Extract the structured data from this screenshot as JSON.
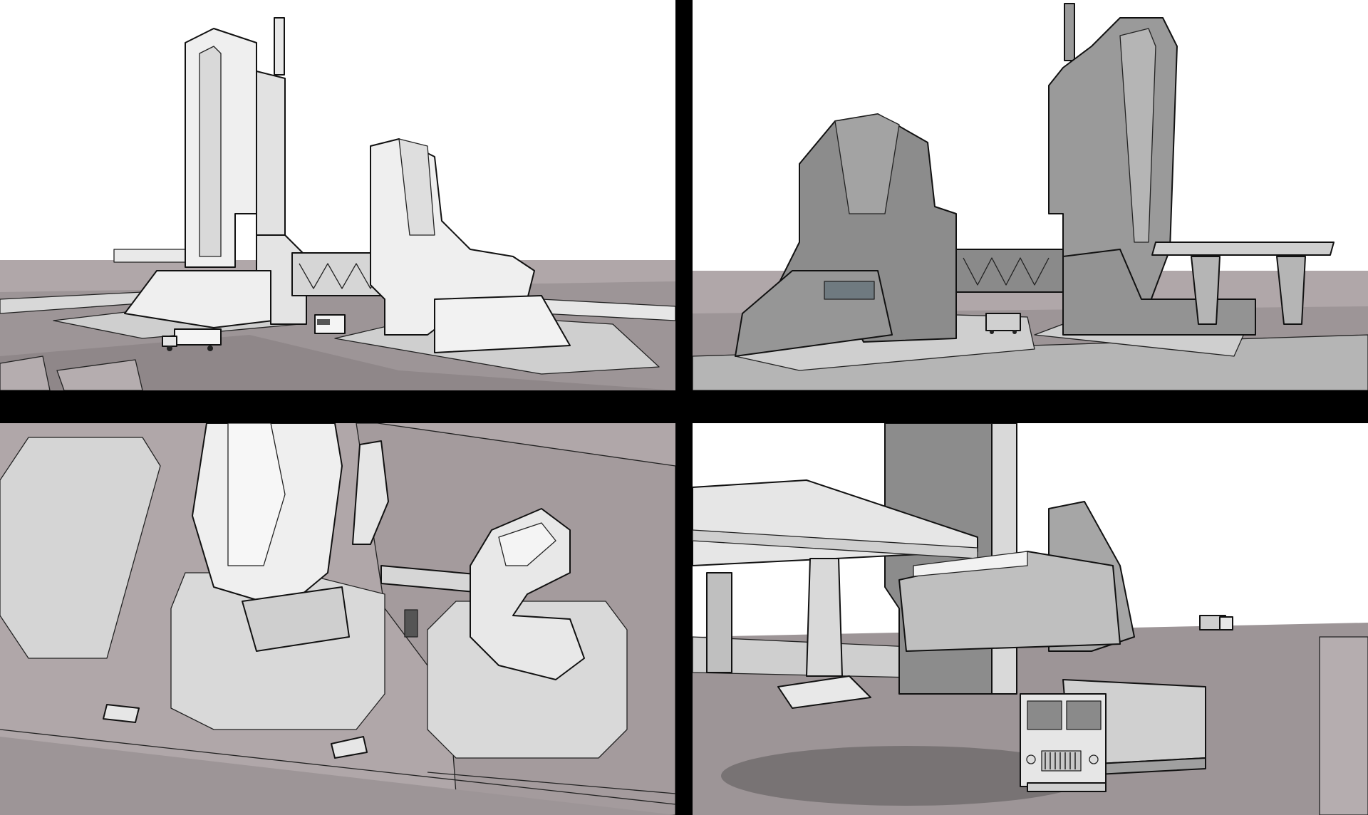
{
  "sheet": {
    "panels": [
      {
        "view": "perspective-front-left"
      },
      {
        "view": "perspective-front-right"
      },
      {
        "view": "top-down"
      },
      {
        "view": "ground-level"
      }
    ]
  },
  "palette": {
    "sky": "#ffffff",
    "ground": "#9d9597",
    "ground_far": "#b0a7a9",
    "building_light": "#efefef",
    "building_mid": "#cfcfcf",
    "building_dark": "#8c8c8c",
    "shadow": "#6f6a6b",
    "gutter": "#000000",
    "outline": "#111111"
  }
}
